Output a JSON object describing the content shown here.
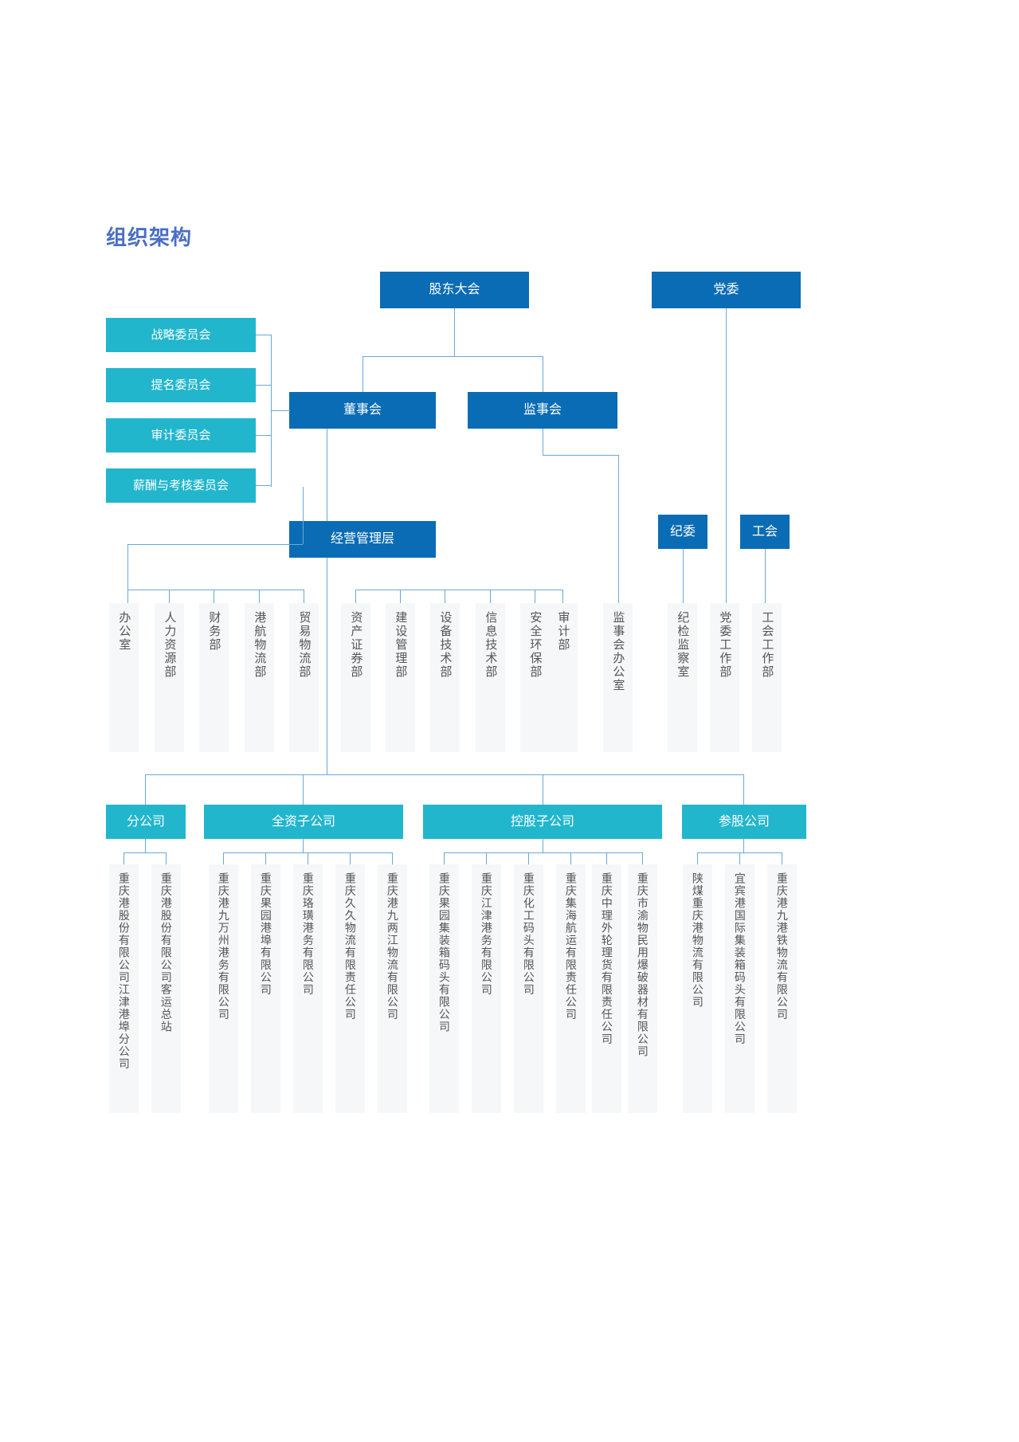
{
  "page": {
    "title": "组织架构",
    "title_color": "#4a6fc4",
    "colors": {
      "primary_dark": "#0a6cb4",
      "accent_teal": "#22b6cd",
      "chip_bg": "#f5f7f8",
      "line": "#6aa9d8",
      "background": "#ffffff"
    }
  },
  "top_nodes": {
    "shareholders_meeting": "股东大会",
    "party_committee": "党委",
    "board_of_directors": "董事会",
    "supervisory_board": "监事会",
    "management_layer": "经营管理层",
    "discipline_committee": "纪委",
    "labor_union": "工会"
  },
  "committees": [
    {
      "label": "战略委员会"
    },
    {
      "label": "提名委员会"
    },
    {
      "label": "审计委员会"
    },
    {
      "label": "薪酬与考核委员会"
    }
  ],
  "departments": {
    "management_left_group": [
      {
        "label": "办公室"
      },
      {
        "label": "人力资源部"
      },
      {
        "label": "财务部"
      },
      {
        "label": "港航物流部"
      },
      {
        "label": "贸易物流部"
      }
    ],
    "management_right_group": [
      {
        "label": "资产证券部"
      },
      {
        "label": "建设管理部"
      },
      {
        "label": "设备技术部"
      },
      {
        "label": "信息技术部"
      },
      {
        "label": "安全环保部"
      },
      {
        "label": "审计部"
      }
    ],
    "supervisory_group": [
      {
        "label": "监事会办公室"
      }
    ],
    "party_group": [
      {
        "label": "纪检监察室"
      },
      {
        "label": "党委工作部"
      },
      {
        "label": "工会工作部"
      }
    ]
  },
  "subsidiary_groups": [
    {
      "header": "分公司",
      "items": [
        {
          "label": "重庆港股份有限公司江津港埠分公司"
        },
        {
          "label": "重庆港股份有限公司客运总站"
        }
      ]
    },
    {
      "header": "全资子公司",
      "items": [
        {
          "label": "重庆港九万州港务有限公司"
        },
        {
          "label": "重庆果园港埠有限公司"
        },
        {
          "label": "重庆珞璜港务有限公司"
        },
        {
          "label": "重庆久久物流有限责任公司"
        },
        {
          "label": "重庆港九两江物流有限公司"
        }
      ]
    },
    {
      "header": "控股子公司",
      "items": [
        {
          "label": "重庆果园集装箱码头有限公司"
        },
        {
          "label": "重庆江津港务有限公司"
        },
        {
          "label": "重庆化工码头有限公司"
        },
        {
          "label": "重庆集海航运有限责任公司"
        },
        {
          "label": "重庆中理外轮理货有限责任公司"
        },
        {
          "label": "重庆市渝物民用爆破器材有限公司"
        }
      ]
    },
    {
      "header": "参股公司",
      "items": [
        {
          "label": "陕煤重庆港物流有限公司"
        },
        {
          "label": "宜宾港国际集装箱码头有限公司"
        },
        {
          "label": "重庆港九港铁物流有限公司"
        }
      ]
    }
  ]
}
